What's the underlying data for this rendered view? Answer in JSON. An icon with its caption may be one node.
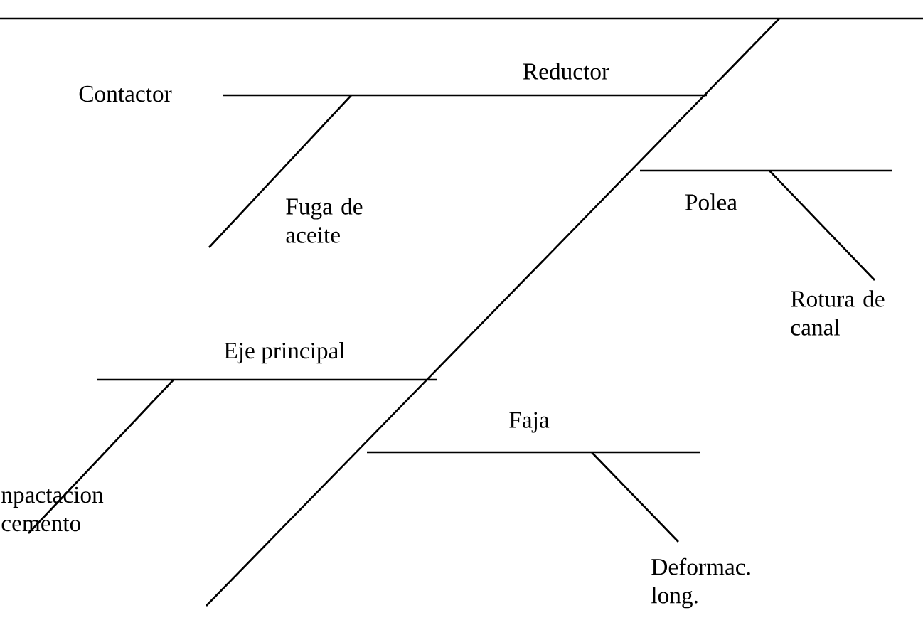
{
  "diagram": {
    "labels": [
      "Reductor",
      "Contactor",
      "Fuga de aceite",
      "Polea",
      "Rotura de canal",
      "Eje principal",
      "Faja",
      "npactacion cemento",
      "Deformac. long."
    ]
  }
}
